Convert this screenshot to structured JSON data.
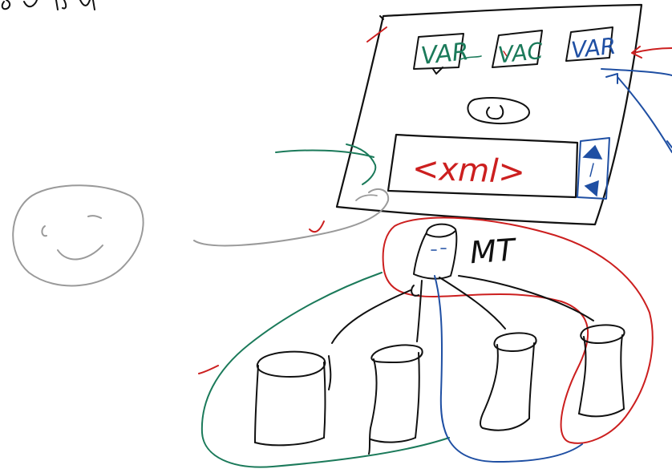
{
  "server": {
    "var_boxes": [
      {
        "label": "VAR",
        "color": "#1b7a5a"
      },
      {
        "label": "VAC",
        "color": "#1b7a5a"
      },
      {
        "label": "VAR",
        "color": "#1f4fa3"
      }
    ],
    "xml_label": "<xml>",
    "xml_color": "#cc1f1f"
  },
  "mt_label": "MT",
  "colors": {
    "black": "#111111",
    "red": "#cc1f1f",
    "green": "#1b7a5a",
    "blue": "#1f4fa3",
    "gray": "#9a9a9a"
  }
}
